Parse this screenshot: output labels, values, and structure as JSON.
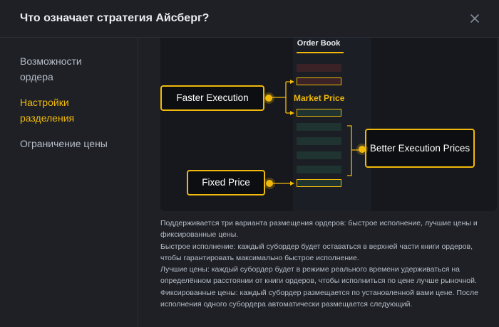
{
  "dialog": {
    "title": "Что означает стратегия Айсберг?"
  },
  "sidebar": {
    "items": [
      {
        "label": "Возможности ордера",
        "active": false
      },
      {
        "label": "Настройки разделения",
        "active": true
      },
      {
        "label": "Ограничение цены",
        "active": false
      }
    ]
  },
  "diagram": {
    "order_book_title": "Order Book",
    "market_price_label": "Market Price",
    "faster_execution": "Faster Execution",
    "fixed_price": "Fixed Price",
    "better_execution": "Better Execution Prices"
  },
  "description": {
    "paragraphs": [
      "Поддерживается три варианта размещения ордеров: быстрое исполнение, лучшие цены и фиксированные цены.",
      "Быстрое исполнение: каждый субордер будет оставаться в верхней части книги ордеров, чтобы гарантировать максимально быстрое исполнение.",
      "Лучшие цены: каждый субордер будет в режиме реального времени удерживаться на определённом расстоянии от книги ордеров, чтобы исполниться по цене лучше рыночной.",
      "Фиксированные цены: каждый субордер размещается по установленной вами цене. После исполнения одного субордера автоматически размещается следующий."
    ]
  },
  "colors": {
    "accent": "#f0b90b",
    "background": "#1e2026",
    "text": "#eaecef",
    "muted": "#b7bdc6"
  }
}
